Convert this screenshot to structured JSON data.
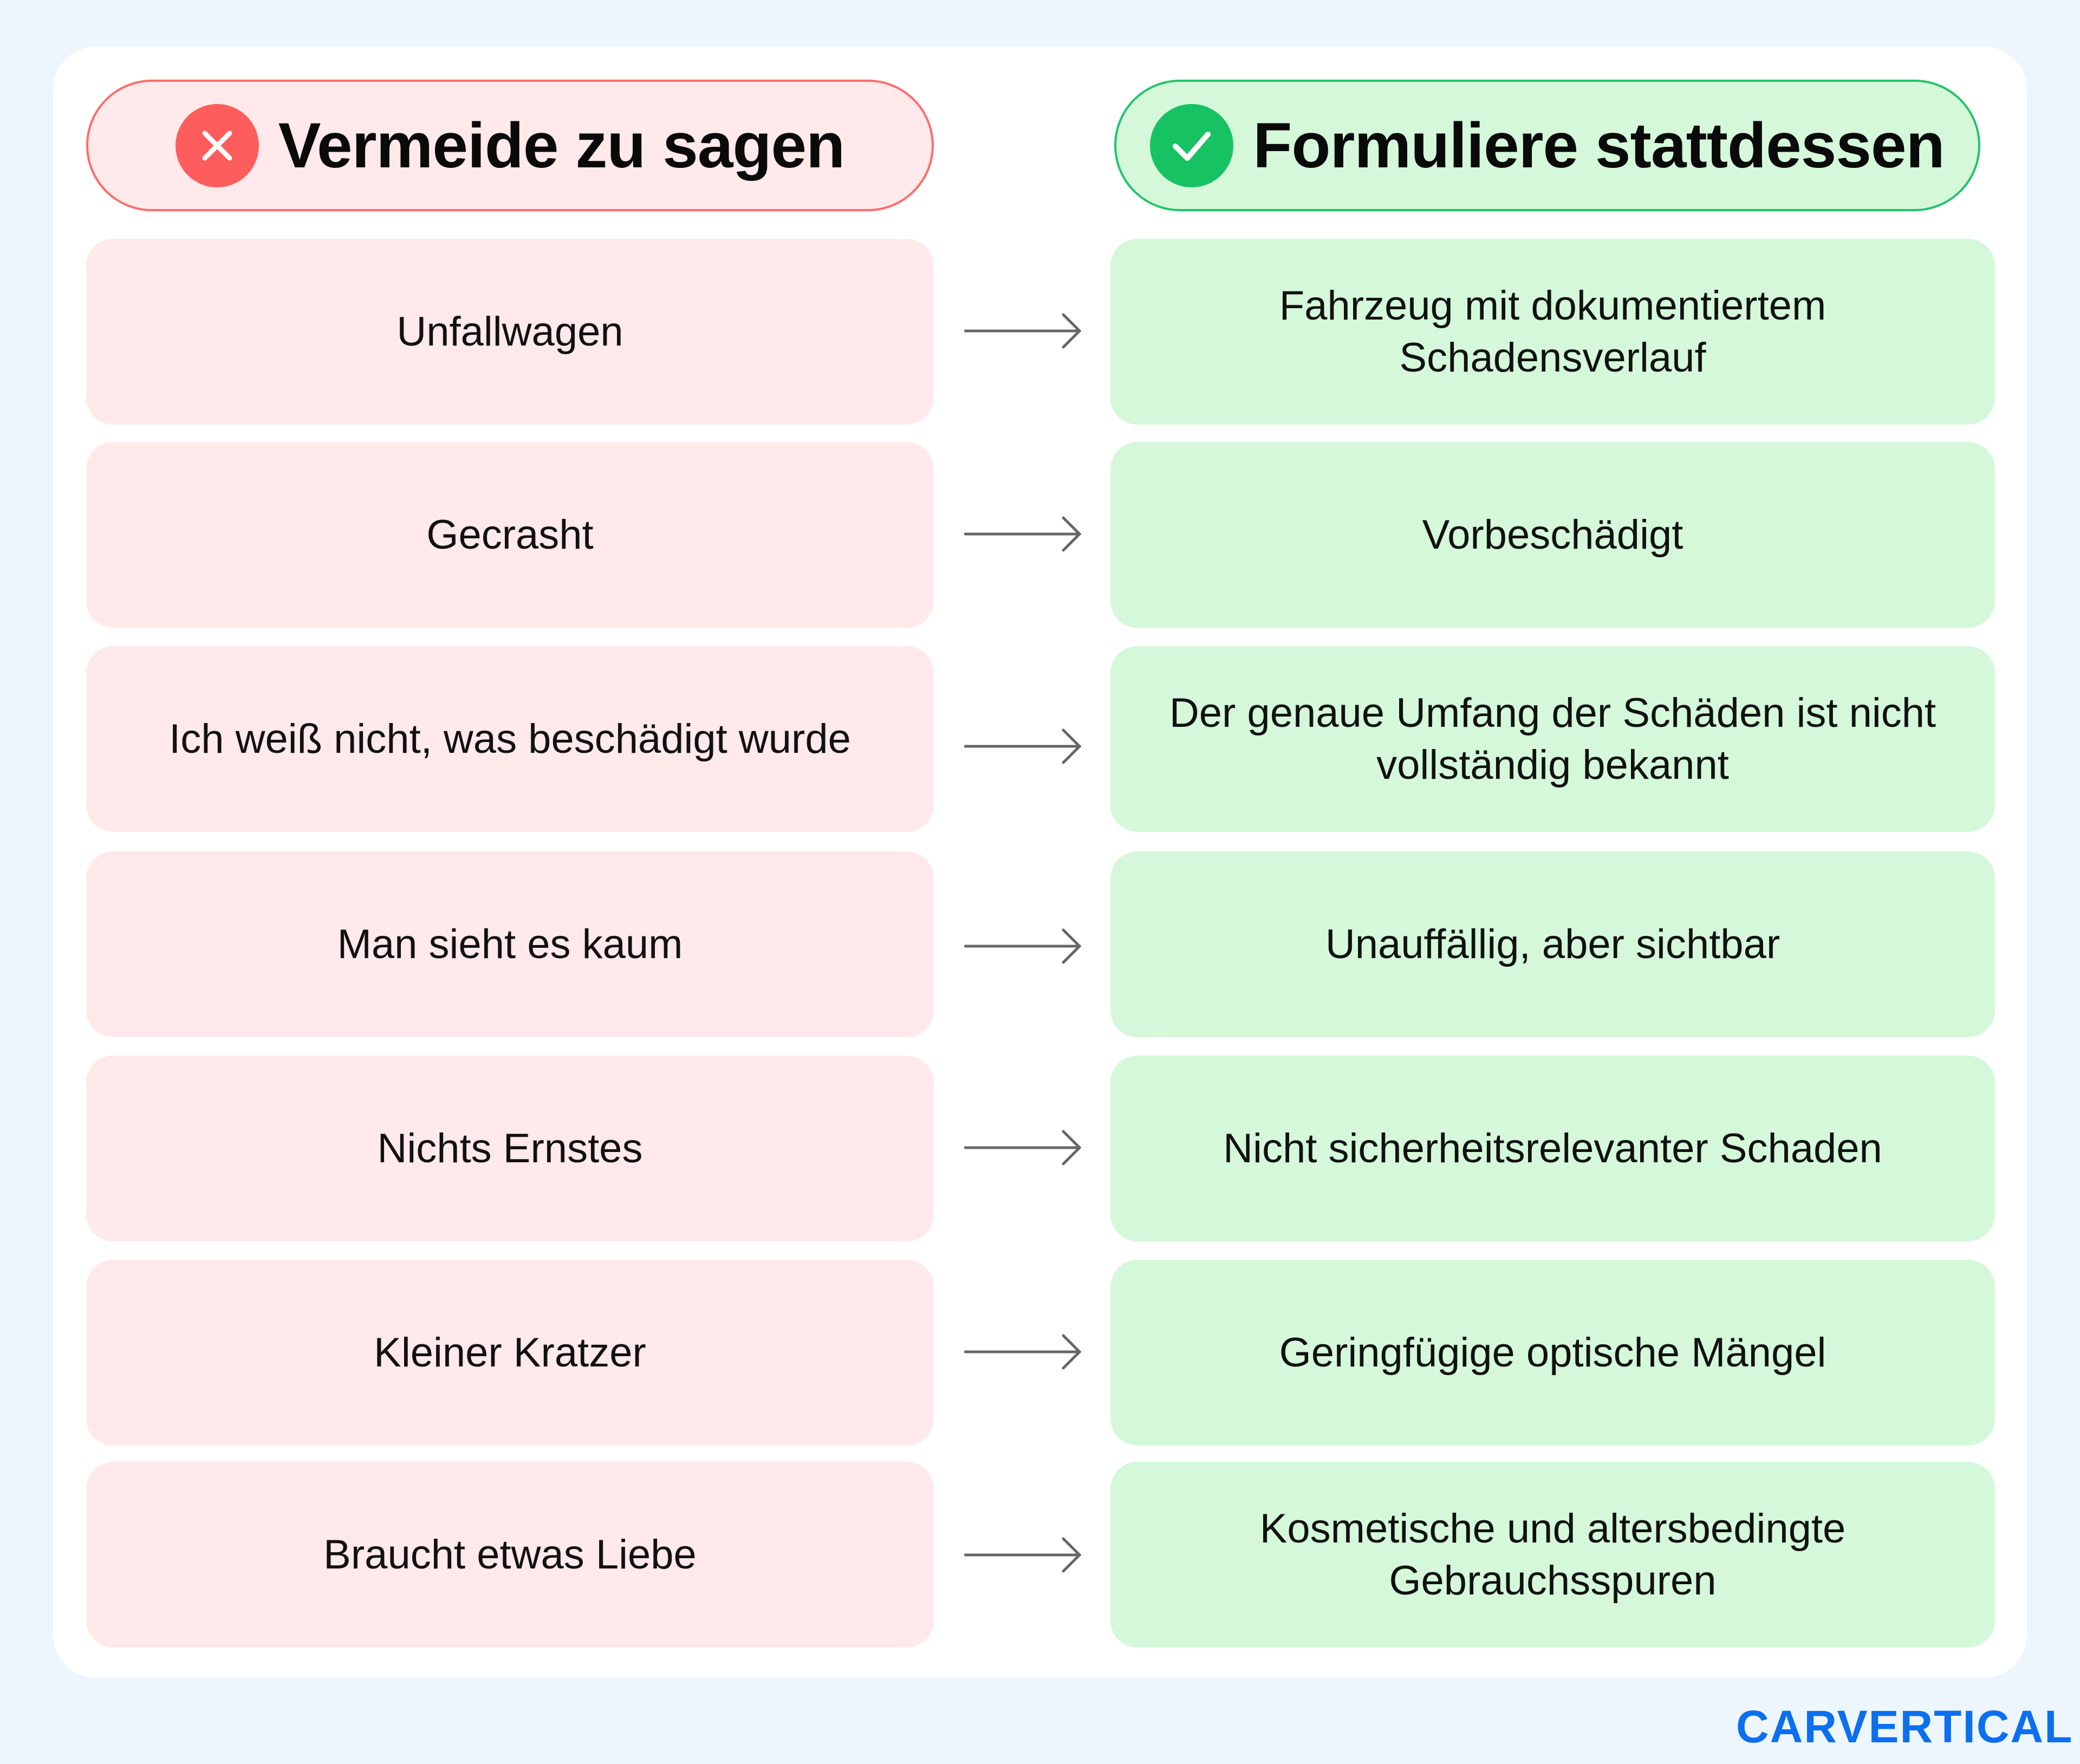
{
  "header": {
    "avoid": {
      "title": "Vermeide zu sagen",
      "icon": "x-circle-icon",
      "color": "#ff5d5d"
    },
    "instead": {
      "title": "Formuliere stattdessen",
      "icon": "check-circle-icon",
      "color": "#17c262"
    }
  },
  "rows": [
    {
      "avoid": "Unfallwagen",
      "instead": "Fahrzeug mit dokumentiertem Schadensverlauf"
    },
    {
      "avoid": "Gecrasht",
      "instead": "Vorbeschädigt"
    },
    {
      "avoid": "Ich weiß nicht, was beschädigt wurde",
      "instead": "Der genaue Umfang der Schäden ist nicht vollständig bekannt"
    },
    {
      "avoid": "Man sieht es kaum",
      "instead": "Unauffällig, aber sichtbar"
    },
    {
      "avoid": "Nichts Ernstes",
      "instead": "Nicht sicherheitsrelevanter Schaden"
    },
    {
      "avoid": "Kleiner Kratzer",
      "instead": "Geringfügige optische Mängel"
    },
    {
      "avoid": "Braucht etwas Liebe",
      "instead": "Kosmetische und altersbedingte Gebrauchsspuren"
    }
  ],
  "brand": {
    "logo": "CARVERTICAL",
    "color": "#0b6ff0"
  }
}
